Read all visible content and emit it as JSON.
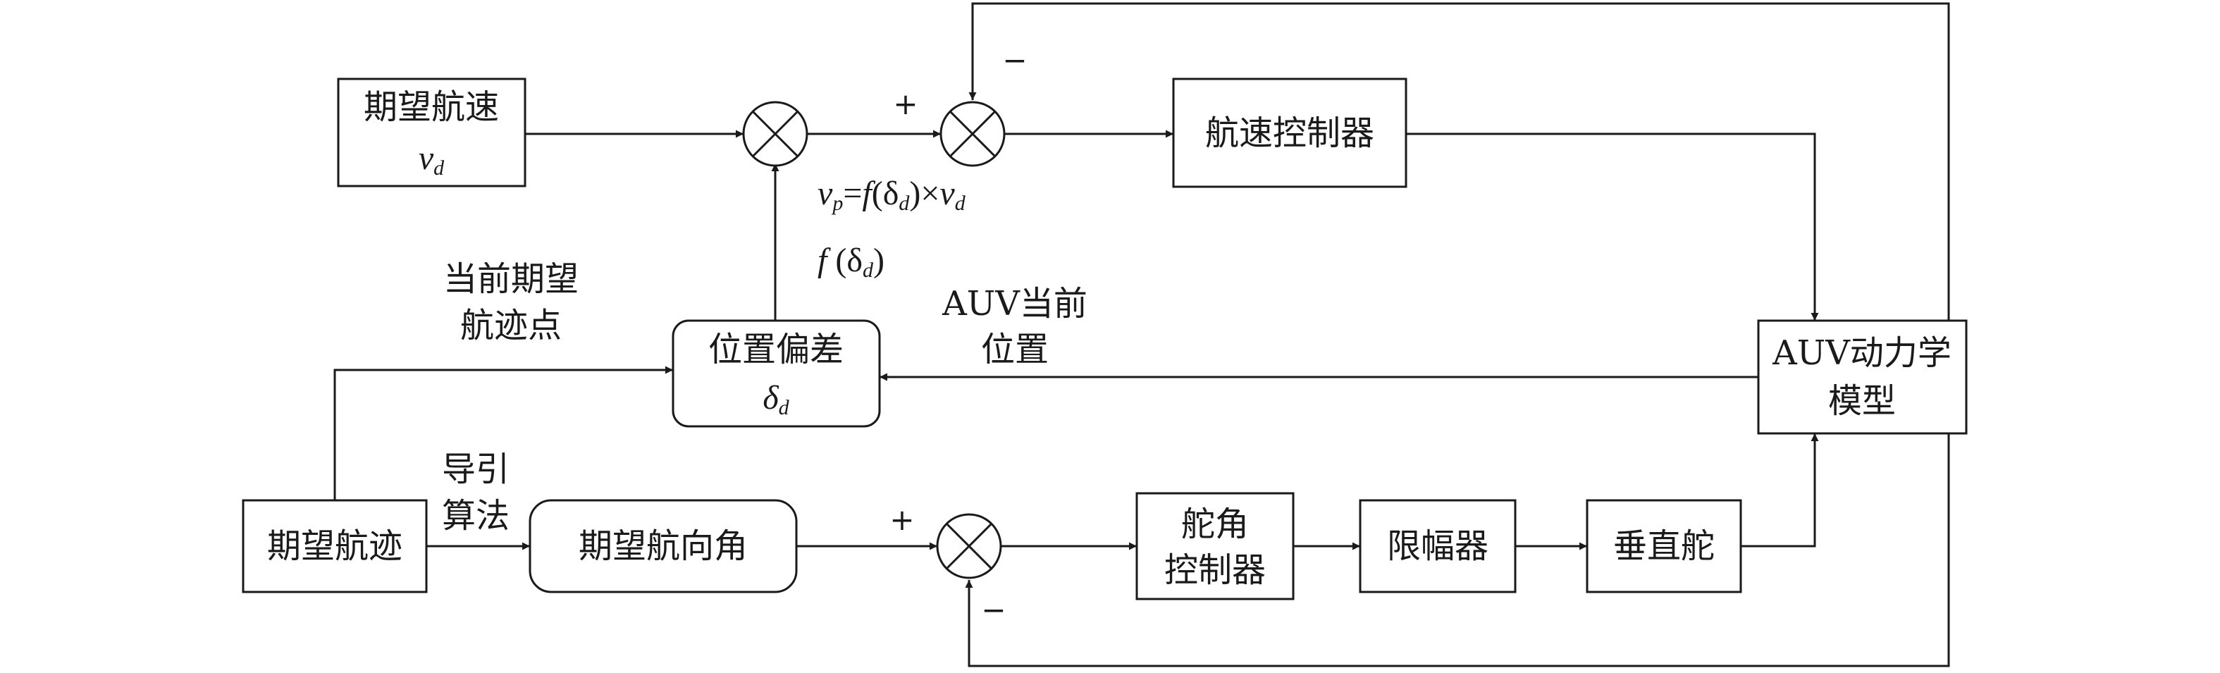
{
  "blocks": {
    "desired_speed": {
      "line1": "期望航速",
      "var": "v",
      "sub": "d"
    },
    "speed_controller": {
      "label": "航速控制器"
    },
    "auv_model": {
      "line1": "AUV动力学",
      "line2": "模型"
    },
    "position_error": {
      "line1": "位置偏差",
      "var": "δ",
      "sub": "d"
    },
    "desired_trajectory": {
      "label": "期望航迹"
    },
    "desired_heading": {
      "label": "期望航向角"
    },
    "rudder_controller": {
      "line1": "舵角",
      "line2": "控制器"
    },
    "limiter": {
      "label": "限幅器"
    },
    "vertical_rudder": {
      "label": "垂直舵"
    }
  },
  "labels": {
    "current_desired_point": {
      "line1": "当前期望",
      "line2": "航迹点"
    },
    "auv_position": {
      "line1": "AUV当前",
      "line2": "位置"
    },
    "guidance": {
      "line1": "导引",
      "line2": "算法"
    },
    "vp_formula": {
      "v": "v",
      "p": "p",
      "eq": "=",
      "f": "f",
      "open": "(δ",
      "d1": "d",
      "close": ")×",
      "v2": "v",
      "d2": "d"
    },
    "f_delta": {
      "f": "f",
      "open": " (δ",
      "d": "d",
      "close": ")"
    }
  },
  "signs": {
    "speed_plus": "+",
    "speed_minus": "−",
    "heading_plus": "+",
    "heading_minus": "−"
  }
}
